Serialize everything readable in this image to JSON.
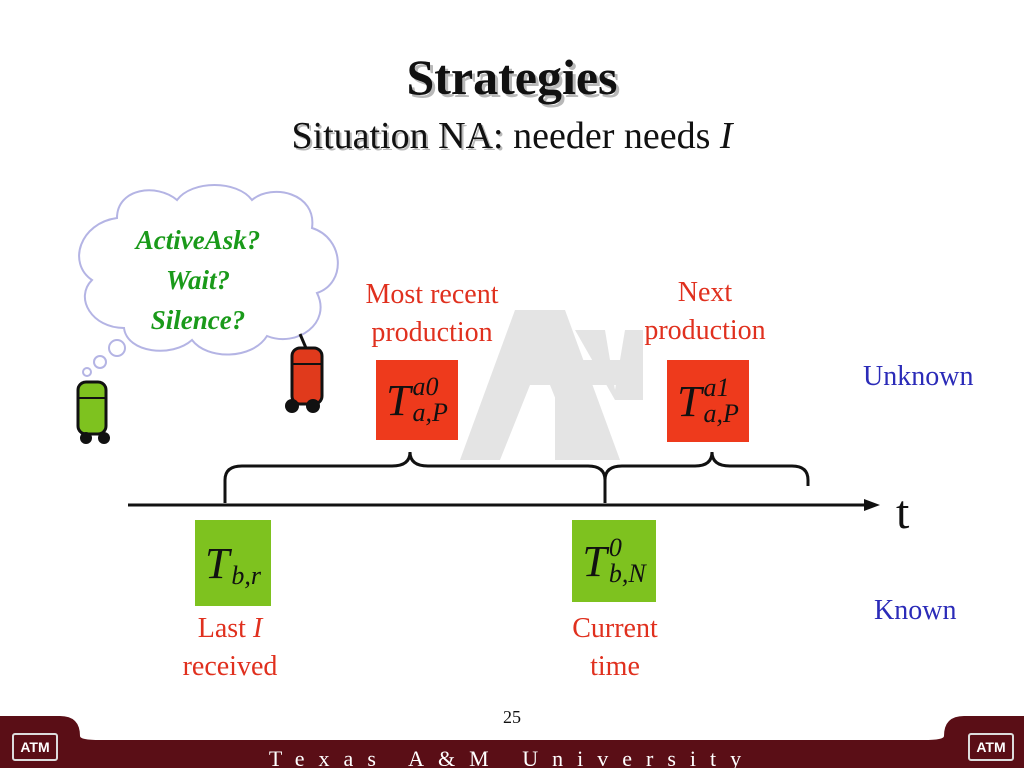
{
  "title": "Strategies",
  "subtitle": {
    "label": "Situation NA:",
    "rest": " needer needs ",
    "var": "I"
  },
  "thought_bubble": [
    "ActiveAsk?",
    "Wait?",
    "Silence?"
  ],
  "labels": {
    "most_recent": [
      "Most recent",
      "production"
    ],
    "next": [
      "Next",
      "production"
    ],
    "unknown": "Unknown",
    "known": "Known",
    "axis_t": "t",
    "last_received": {
      "word": "Last ",
      "var": "I",
      "line2": "received"
    },
    "current_time": [
      "Current",
      "time"
    ]
  },
  "boxes": {
    "t_a0": {
      "main": "T",
      "sup": "a0",
      "sub": "a,P",
      "color": "#ee3a1c"
    },
    "t_a1": {
      "main": "T",
      "sup": "a1",
      "sub": "a,P",
      "color": "#ee3a1c"
    },
    "t_br": {
      "main": "T",
      "sup": "",
      "sub": "b,r",
      "color": "#7ec21f"
    },
    "t_b0": {
      "main": "T",
      "sup": "0",
      "sub": "b,N",
      "color": "#7ec21f"
    }
  },
  "robots": {
    "needer_color": "#7ec21f",
    "producer_color": "#e03a1c"
  },
  "footer": {
    "university": "Texas A&M University",
    "page": "25",
    "logo": "ATM",
    "color": "#5a0e16"
  }
}
